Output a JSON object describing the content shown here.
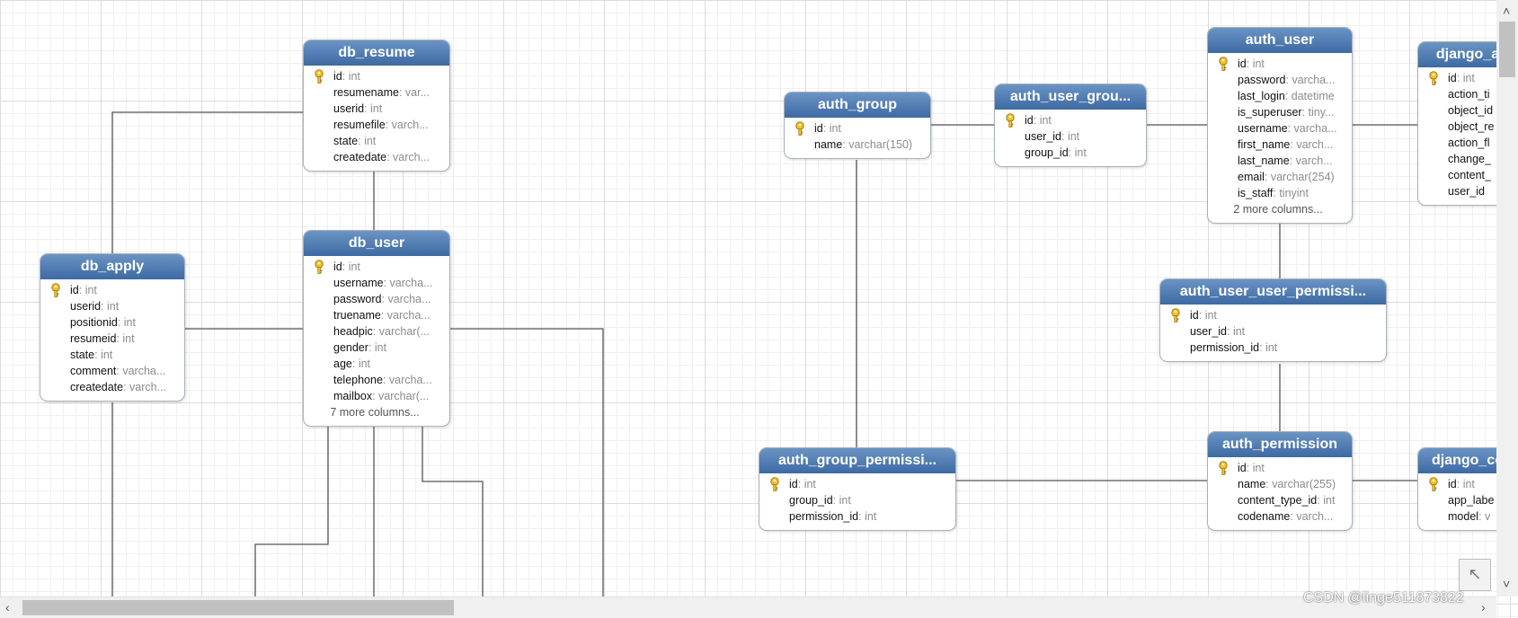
{
  "tables": [
    {
      "name": "db_resume",
      "columns": [
        {
          "key": true,
          "name": "id",
          "type": "int"
        },
        {
          "name": "resumename",
          "type": "var..."
        },
        {
          "name": "userid",
          "type": "int"
        },
        {
          "name": "resumefile",
          "type": "varch..."
        },
        {
          "name": "state",
          "type": "int"
        },
        {
          "name": "createdate",
          "type": "varch..."
        }
      ]
    },
    {
      "name": "db_user",
      "columns": [
        {
          "key": true,
          "name": "id",
          "type": "int"
        },
        {
          "name": "username",
          "type": "varcha..."
        },
        {
          "name": "password",
          "type": "varcha..."
        },
        {
          "name": "truename",
          "type": "varcha..."
        },
        {
          "name": "headpic",
          "type": "varchar(..."
        },
        {
          "name": "gender",
          "type": "int"
        },
        {
          "name": "age",
          "type": "int"
        },
        {
          "name": "telephone",
          "type": "varcha..."
        },
        {
          "name": "mailbox",
          "type": "varchar(..."
        }
      ],
      "more": "7 more columns..."
    },
    {
      "name": "db_apply",
      "columns": [
        {
          "key": true,
          "name": "id",
          "type": "int"
        },
        {
          "name": "userid",
          "type": "int"
        },
        {
          "name": "positionid",
          "type": "int"
        },
        {
          "name": "resumeid",
          "type": "int"
        },
        {
          "name": "state",
          "type": "int"
        },
        {
          "name": "comment",
          "type": "varcha..."
        },
        {
          "name": "createdate",
          "type": "varch..."
        }
      ]
    },
    {
      "name": "auth_group",
      "columns": [
        {
          "key": true,
          "name": "id",
          "type": "int"
        },
        {
          "name": "name",
          "type": "varchar(150)"
        }
      ]
    },
    {
      "name": "auth_user_grou...",
      "columns": [
        {
          "key": true,
          "name": "id",
          "type": "int"
        },
        {
          "name": "user_id",
          "type": "int"
        },
        {
          "name": "group_id",
          "type": "int"
        }
      ]
    },
    {
      "name": "auth_user",
      "columns": [
        {
          "key": true,
          "name": "id",
          "type": "int"
        },
        {
          "name": "password",
          "type": "varcha..."
        },
        {
          "name": "last_login",
          "type": "datetime"
        },
        {
          "name": "is_superuser",
          "type": "tiny..."
        },
        {
          "name": "username",
          "type": "varcha..."
        },
        {
          "name": "first_name",
          "type": "varch..."
        },
        {
          "name": "last_name",
          "type": "varch..."
        },
        {
          "name": "email",
          "type": "varchar(254)"
        },
        {
          "name": "is_staff",
          "type": "tinyint"
        }
      ],
      "more": "2 more columns..."
    },
    {
      "name": "django_a",
      "columns": [
        {
          "key": true,
          "name": "id",
          "type": "int"
        },
        {
          "name": "action_ti",
          "type": ""
        },
        {
          "name": "object_id",
          "type": ""
        },
        {
          "name": "object_re",
          "type": ""
        },
        {
          "name": "action_fl",
          "type": ""
        },
        {
          "name": "change_",
          "type": ""
        },
        {
          "name": "content_",
          "type": ""
        },
        {
          "name": "user_id",
          "type": ""
        }
      ]
    },
    {
      "name": "auth_user_user_permissi...",
      "columns": [
        {
          "key": true,
          "name": "id",
          "type": "int"
        },
        {
          "name": "user_id",
          "type": "int"
        },
        {
          "name": "permission_id",
          "type": "int"
        }
      ]
    },
    {
      "name": "auth_group_permissi...",
      "columns": [
        {
          "key": true,
          "name": "id",
          "type": "int"
        },
        {
          "name": "group_id",
          "type": "int"
        },
        {
          "name": "permission_id",
          "type": "int"
        }
      ]
    },
    {
      "name": "auth_permission",
      "columns": [
        {
          "key": true,
          "name": "id",
          "type": "int"
        },
        {
          "name": "name",
          "type": "varchar(255)"
        },
        {
          "name": "content_type_id",
          "type": "int"
        },
        {
          "name": "codename",
          "type": "varch..."
        }
      ]
    },
    {
      "name": "django_co",
      "columns": [
        {
          "key": true,
          "name": "id",
          "type": "int"
        },
        {
          "name": "app_labe",
          "type": ""
        },
        {
          "name": "model",
          "type": "v"
        }
      ]
    }
  ],
  "colors": {
    "header": "#4a76ad",
    "grid": "#dcdcdc",
    "key": "#e8b820"
  },
  "icons": {
    "key": "key-icon",
    "scroll_left": "chevron-left-icon",
    "scroll_right": "chevron-right-icon",
    "scroll_up": "chevron-up-icon",
    "scroll_down": "chevron-down-icon",
    "fit": "arrow-up-left-icon"
  },
  "scroll": {
    "left_arrow": "‹",
    "right_arrow": "›",
    "up_arrow": "˄",
    "down_arrow": "˅",
    "corner": "↖"
  },
  "watermark": "CSDN @linge511873822"
}
